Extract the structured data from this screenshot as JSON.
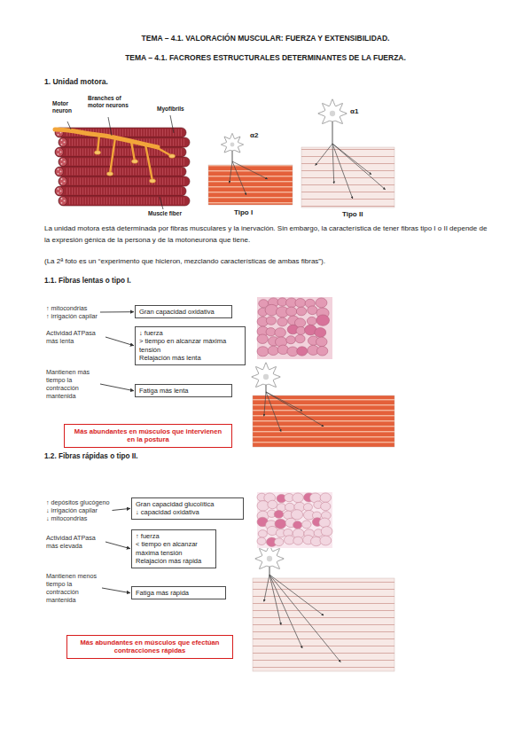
{
  "diagram": {
    "title": "TEMA – 4.1. VALORACIÓN MUSCULAR: FUERZA Y EXTENSIBILIDAD.",
    "nodes": [
      {
        "text": [
          "↑ mitocondrias",
          "↑ irrigación capilar"
        ]
      },
      {
        "text": [
          "Gran capacidad oxidativa"
        ]
      },
      {
        "text": [
          "Actividad ATPasa más lenta"
        ]
      },
      {
        "text": [
          "↓ fuerza",
          "> tiempo en alcanzar máxima tensión",
          "Relajación más lenta"
        ]
      },
      {
        "text": [
          "Mantienen más tiempo la contracción mantenida"
        ]
      },
      {
        "text": [
          "Fatiga más lenta"
        ]
      },
      {
        "text": [
          "Más abundantes en músculos que intervienen en la postura"
        ]
      },
      {
        "text": [
          "↑ depósitos glucógeno",
          "↓ irrigación capilar",
          "↓ mitocondrias"
        ]
      },
      {
        "text": [
          "Gran capacidad glucolítica",
          "↓ capacidad oxidativa"
        ]
      },
      {
        "text": [
          "Actividad ATPasa más elevada"
        ]
      },
      {
        "text": [
          "↑ fuerza",
          "< tiempo en alcanzar máxima tensión",
          "Relajación más rápida"
        ]
      },
      {
        "text": [
          "Mantienen menos tiempo la contracción mantenida"
        ]
      },
      {
        "text": [
          "Fatiga más rápida"
        ]
      },
      {
        "text": [
          "Más abundantes en músculos que efectúan contracciones rápidas"
        ]
      }
    ],
    "edges": [
      {
        "from": 0,
        "to": 1,
        "arrow": "to"
      },
      {
        "from": 2,
        "to": 3,
        "arrow": "to"
      },
      {
        "from": 4,
        "to": 5,
        "arrow": "to"
      },
      {
        "from": 7,
        "to": 8,
        "arrow": "to"
      },
      {
        "from": 9,
        "to": 10,
        "arrow": "to"
      },
      {
        "from": 11,
        "to": 12,
        "arrow": "to"
      }
    ],
    "labels": [
      "TEMA – 4.1. FACRORES ESTRUCTURALES DETERMINANTES DE LA FUERZA.",
      "1. Unidad motora.",
      "Motor neuron",
      "Branches of motor neurons",
      "Myofibrils",
      "Muscle fiber",
      "α2",
      "Tipo I",
      "α1",
      "Tipo II",
      "La unidad motora está determinada por fibras musculares y la inervación. Sin embargo, la característica de tener fibras tipo I o II depende de la expresión génica de la persona y de la motoneurona que tiene.",
      "(La 2ª foto es un “experimento que hicieron, mezclando características de ambas fibras”).",
      "1.1. Fibras lentas o tipo I.",
      "1.2. Fibras rápidas o tipo II."
    ]
  }
}
